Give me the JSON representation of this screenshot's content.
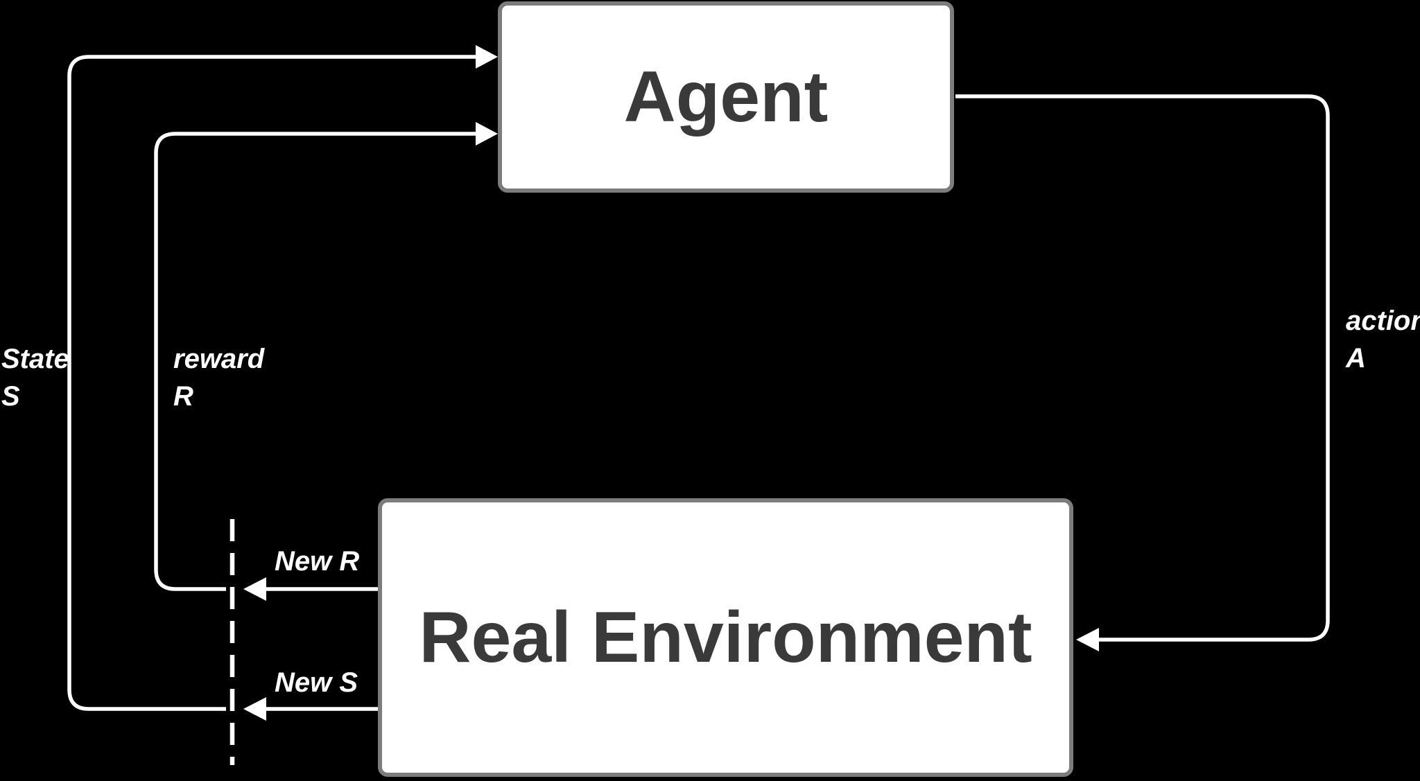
{
  "diagram": {
    "background_color": "#000000",
    "line_color": "#ffffff",
    "box_fill": "#ffffff",
    "box_border_color": "#7c7c7c",
    "box_text_color": "#3a3a3a",
    "nodes": {
      "agent": {
        "label": "Agent"
      },
      "real_environment": {
        "label": "Real Environment"
      }
    },
    "edge_labels": {
      "state": {
        "line1": "State",
        "line2": "S"
      },
      "reward": {
        "line1": "reward",
        "line2": "R"
      },
      "action": {
        "line1": "action",
        "line2": "A"
      },
      "new_r": "New R",
      "new_s": "New S"
    }
  }
}
